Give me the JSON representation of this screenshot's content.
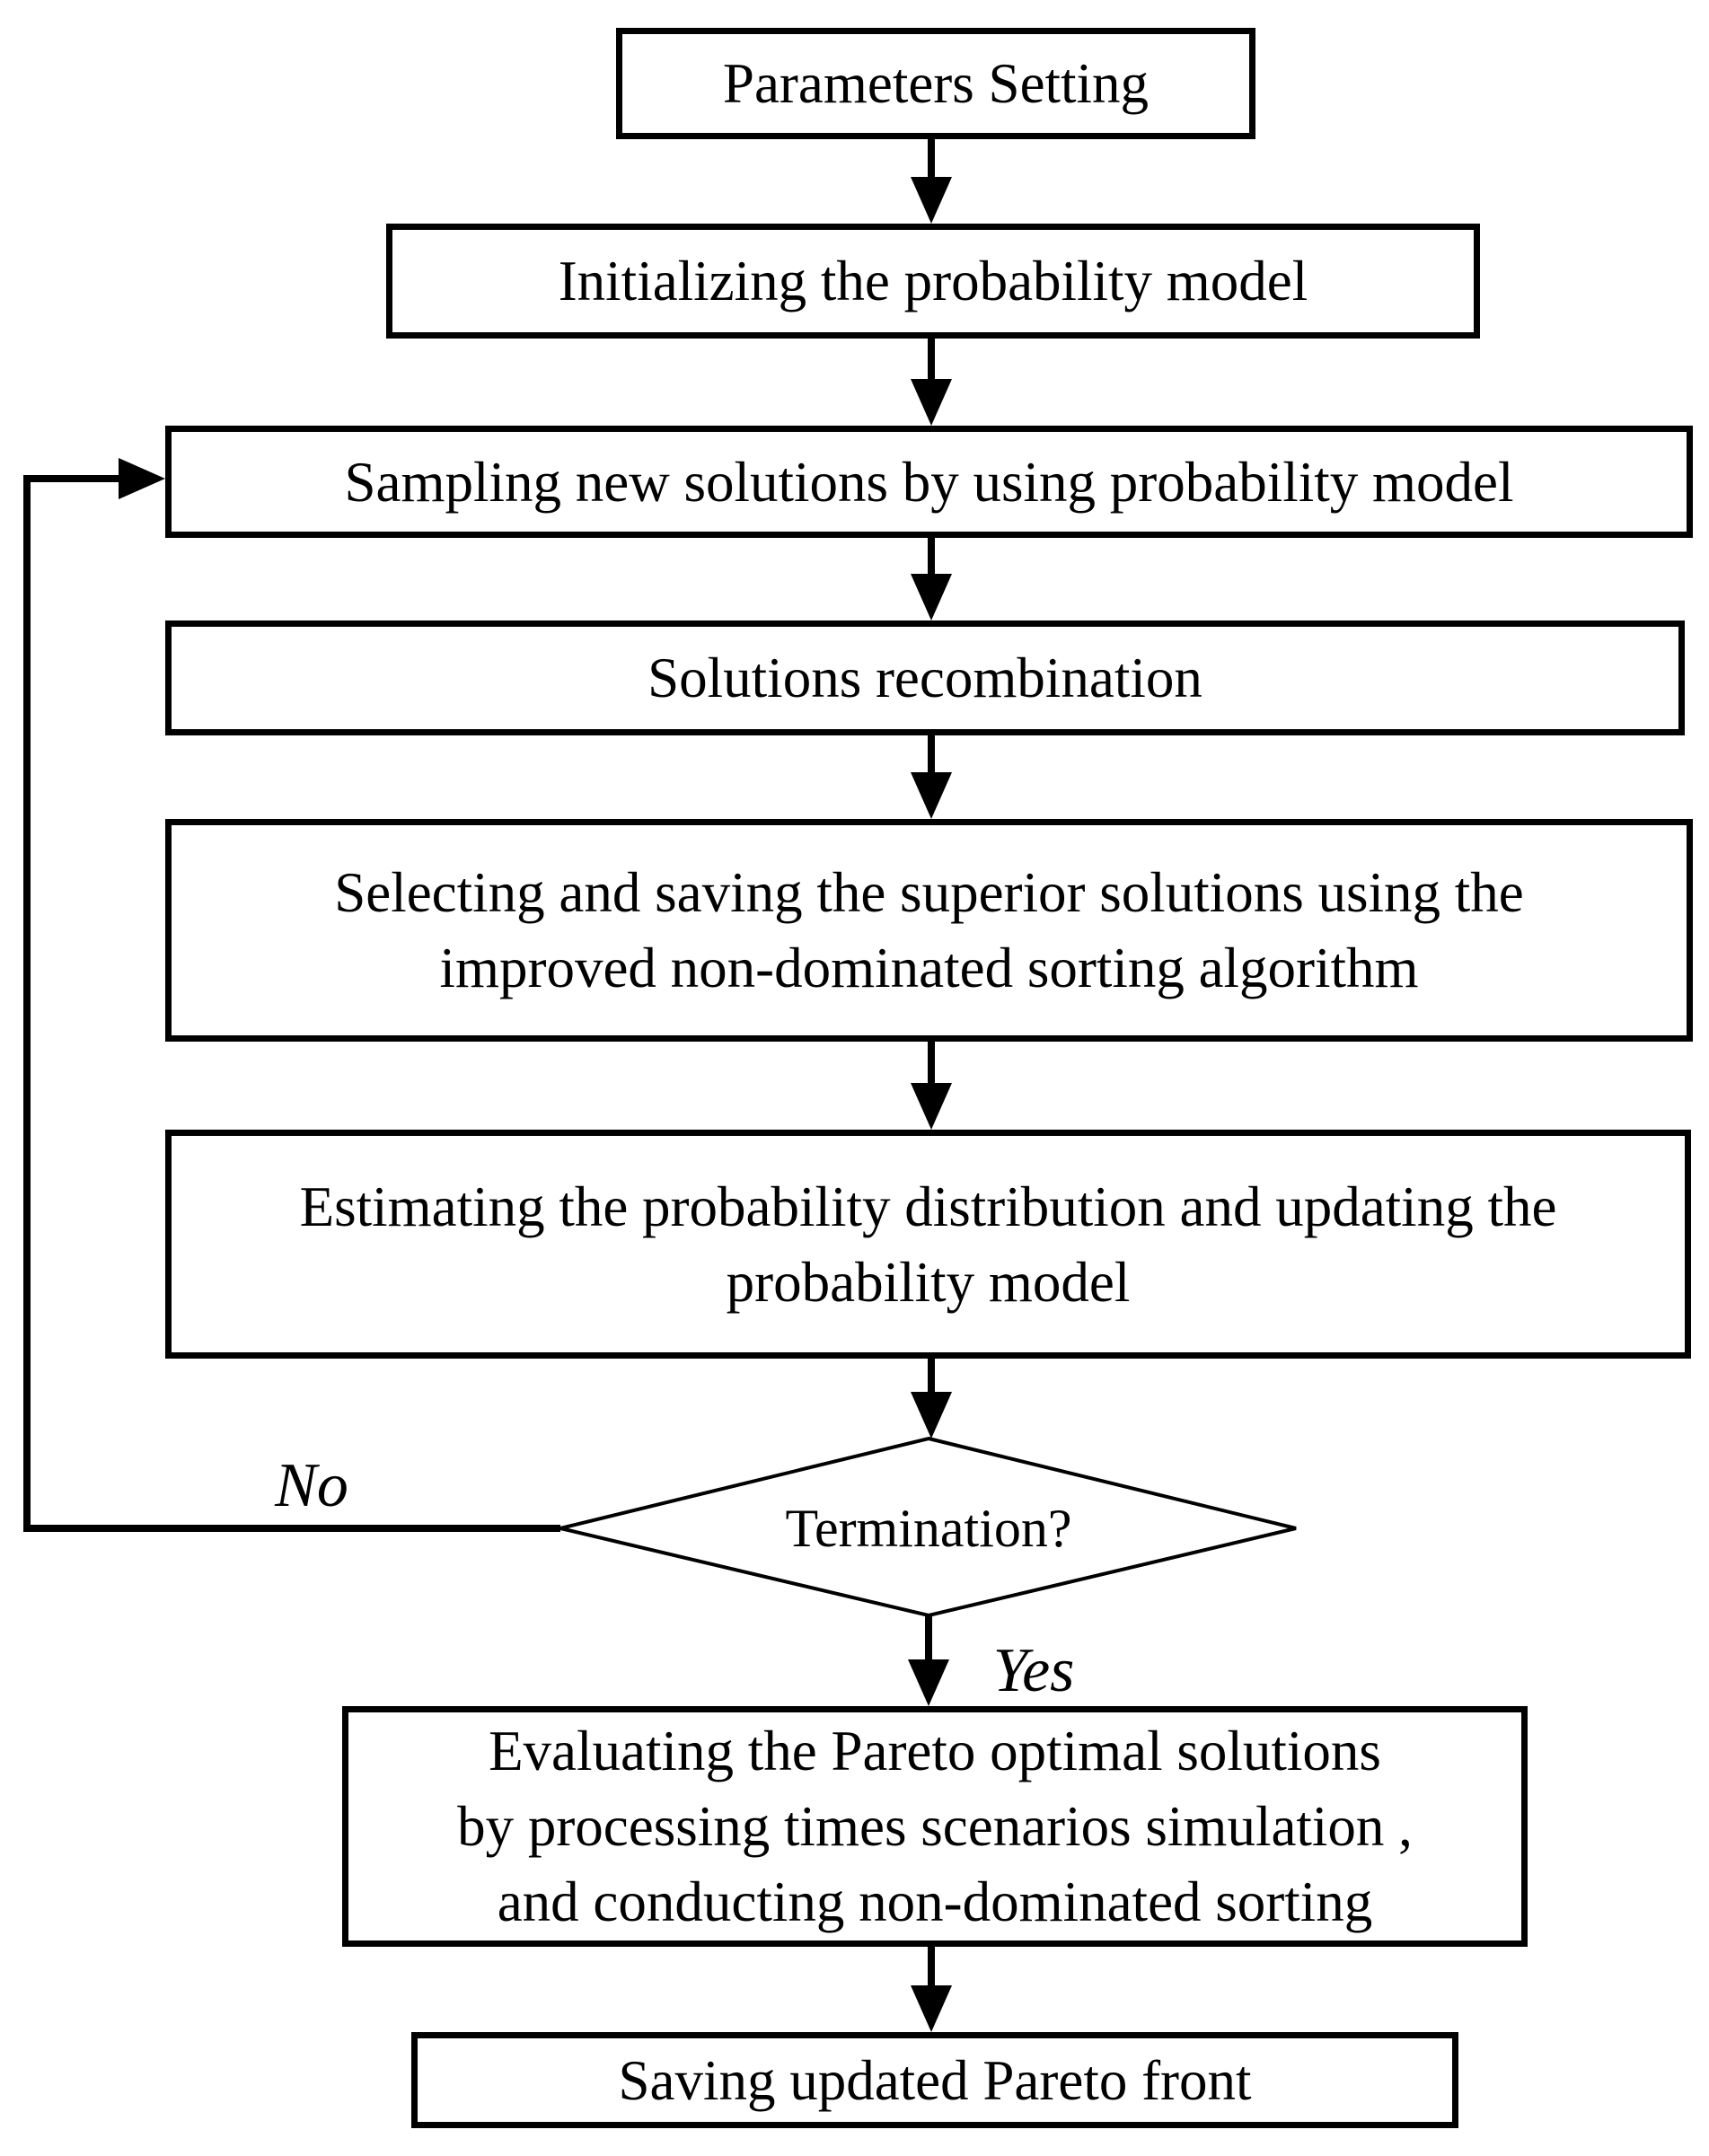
{
  "figure": {
    "type": "flowchart",
    "colors": {
      "background": "#ffffff",
      "line": "#000000",
      "text": "#000000"
    }
  },
  "nodes": {
    "parameters_setting": {
      "label": "Parameters Setting"
    },
    "initializing": {
      "label": "Initializing the probability model"
    },
    "sampling": {
      "label": "Sampling new solutions by using probability model"
    },
    "recombination": {
      "label": "Solutions recombination"
    },
    "selecting": {
      "line1": "Selecting and saving the superior solutions using the",
      "line2": "improved non-dominated sorting algorithm"
    },
    "estimating": {
      "line1": "Estimating the probability distribution and updating the",
      "line2": "probability model"
    },
    "termination": {
      "label": "Termination?"
    },
    "evaluating": {
      "line1": "Evaluating the Pareto optimal solutions",
      "line2": "by processing times scenarios simulation ,",
      "line3": "and conducting non-dominated sorting"
    },
    "saving": {
      "label": "Saving updated Pareto front"
    }
  },
  "edges": {
    "no_label": "No",
    "yes_label": "Yes"
  }
}
